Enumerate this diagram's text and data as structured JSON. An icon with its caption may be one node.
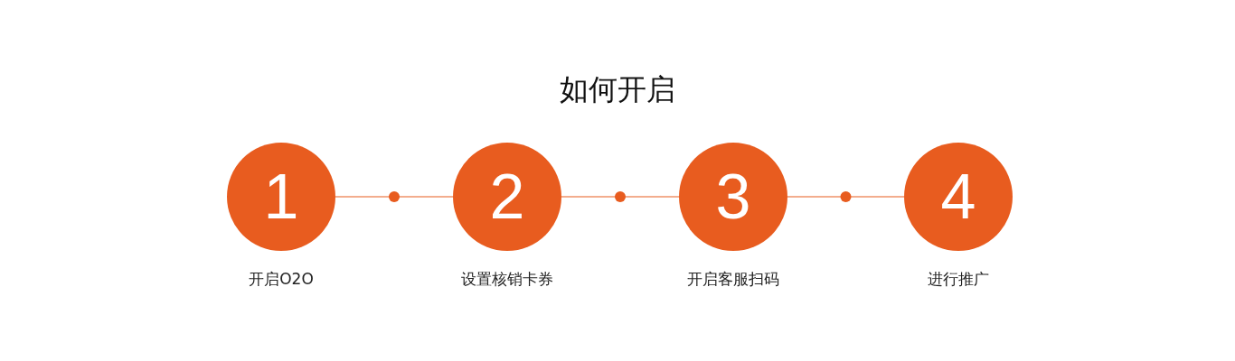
{
  "diagram": {
    "title": "如何开启",
    "nodes": [
      {
        "text": [
          "1"
        ],
        "beside": [
          "开启O2O"
        ]
      },
      {
        "text": [
          "2"
        ],
        "beside": [
          "设置核销卡券"
        ]
      },
      {
        "text": [
          "3"
        ],
        "beside": [
          "开启客服扫码"
        ]
      },
      {
        "text": [
          "4"
        ],
        "beside": [
          "进行推广"
        ]
      }
    ],
    "edges": [
      {
        "from": 0,
        "to": 1,
        "arrow": "none"
      },
      {
        "from": 1,
        "to": 2,
        "arrow": "none"
      },
      {
        "from": 2,
        "to": 3,
        "arrow": "none"
      }
    ]
  }
}
